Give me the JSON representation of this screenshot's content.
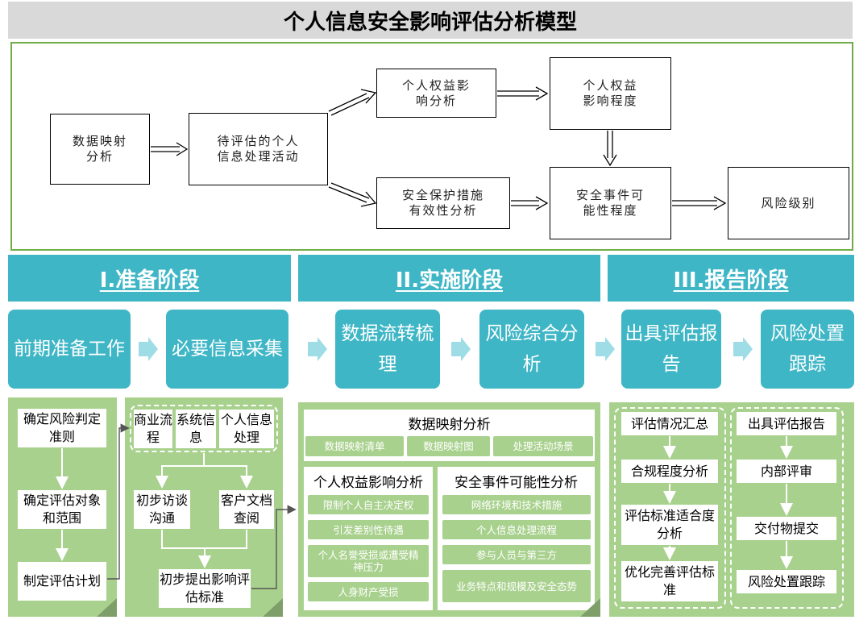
{
  "title": "个人信息安全影响评估分析模型",
  "flow": {
    "data_mapping": "数据映射\n分析",
    "pending": "待评估的个人\n信息处理活动",
    "rights_analysis": "个人权益影\n响分析",
    "rights_degree": "个人权益\n影响程度",
    "protection": "安全保护措施\n有效性分析",
    "possibility": "安全事件可\n能性程度",
    "risk_level": "风险级别"
  },
  "phases": [
    "I.准备阶段",
    "II.实施阶段",
    "III.报告阶段"
  ],
  "steps": [
    "前期准备工作",
    "必要信息采集",
    "数据流转梳理",
    "风险综合分析",
    "出具评估报告",
    "风险处置跟踪"
  ],
  "panel1": [
    "确定风险判定准则",
    "确定评估对象和范围",
    "制定评估计划"
  ],
  "panel2": {
    "top": [
      "商业流程",
      "系统信息",
      "个人信息处理"
    ],
    "mid": [
      "初步访谈沟通",
      "客户文档查阅"
    ],
    "bottom": "初步提出影响评估标准"
  },
  "panel3": {
    "mapping_title": "数据映射分析",
    "mapping_items": [
      "数据映射清单",
      "数据映射图",
      "处理活动场景"
    ],
    "rights_title": "个人权益影响分析",
    "rights_items": [
      "限制个人自主决定权",
      "引发差别性待遇",
      "个人名誉受损或遭受精神压力",
      "人身财产受损"
    ],
    "security_title": "安全事件可能性分析",
    "security_items": [
      "网络环境和技术措施",
      "个人信息处理流程",
      "参与人员与第三方",
      "业务特点和规模及安全态势"
    ]
  },
  "panel4": {
    "left": [
      "评估情况汇总",
      "合规程度分析",
      "评估标准适合度分析",
      "优化完善评估标准"
    ],
    "right": [
      "出具评估报告",
      "内部评审",
      "交付物提交",
      "风险处置跟踪"
    ]
  }
}
